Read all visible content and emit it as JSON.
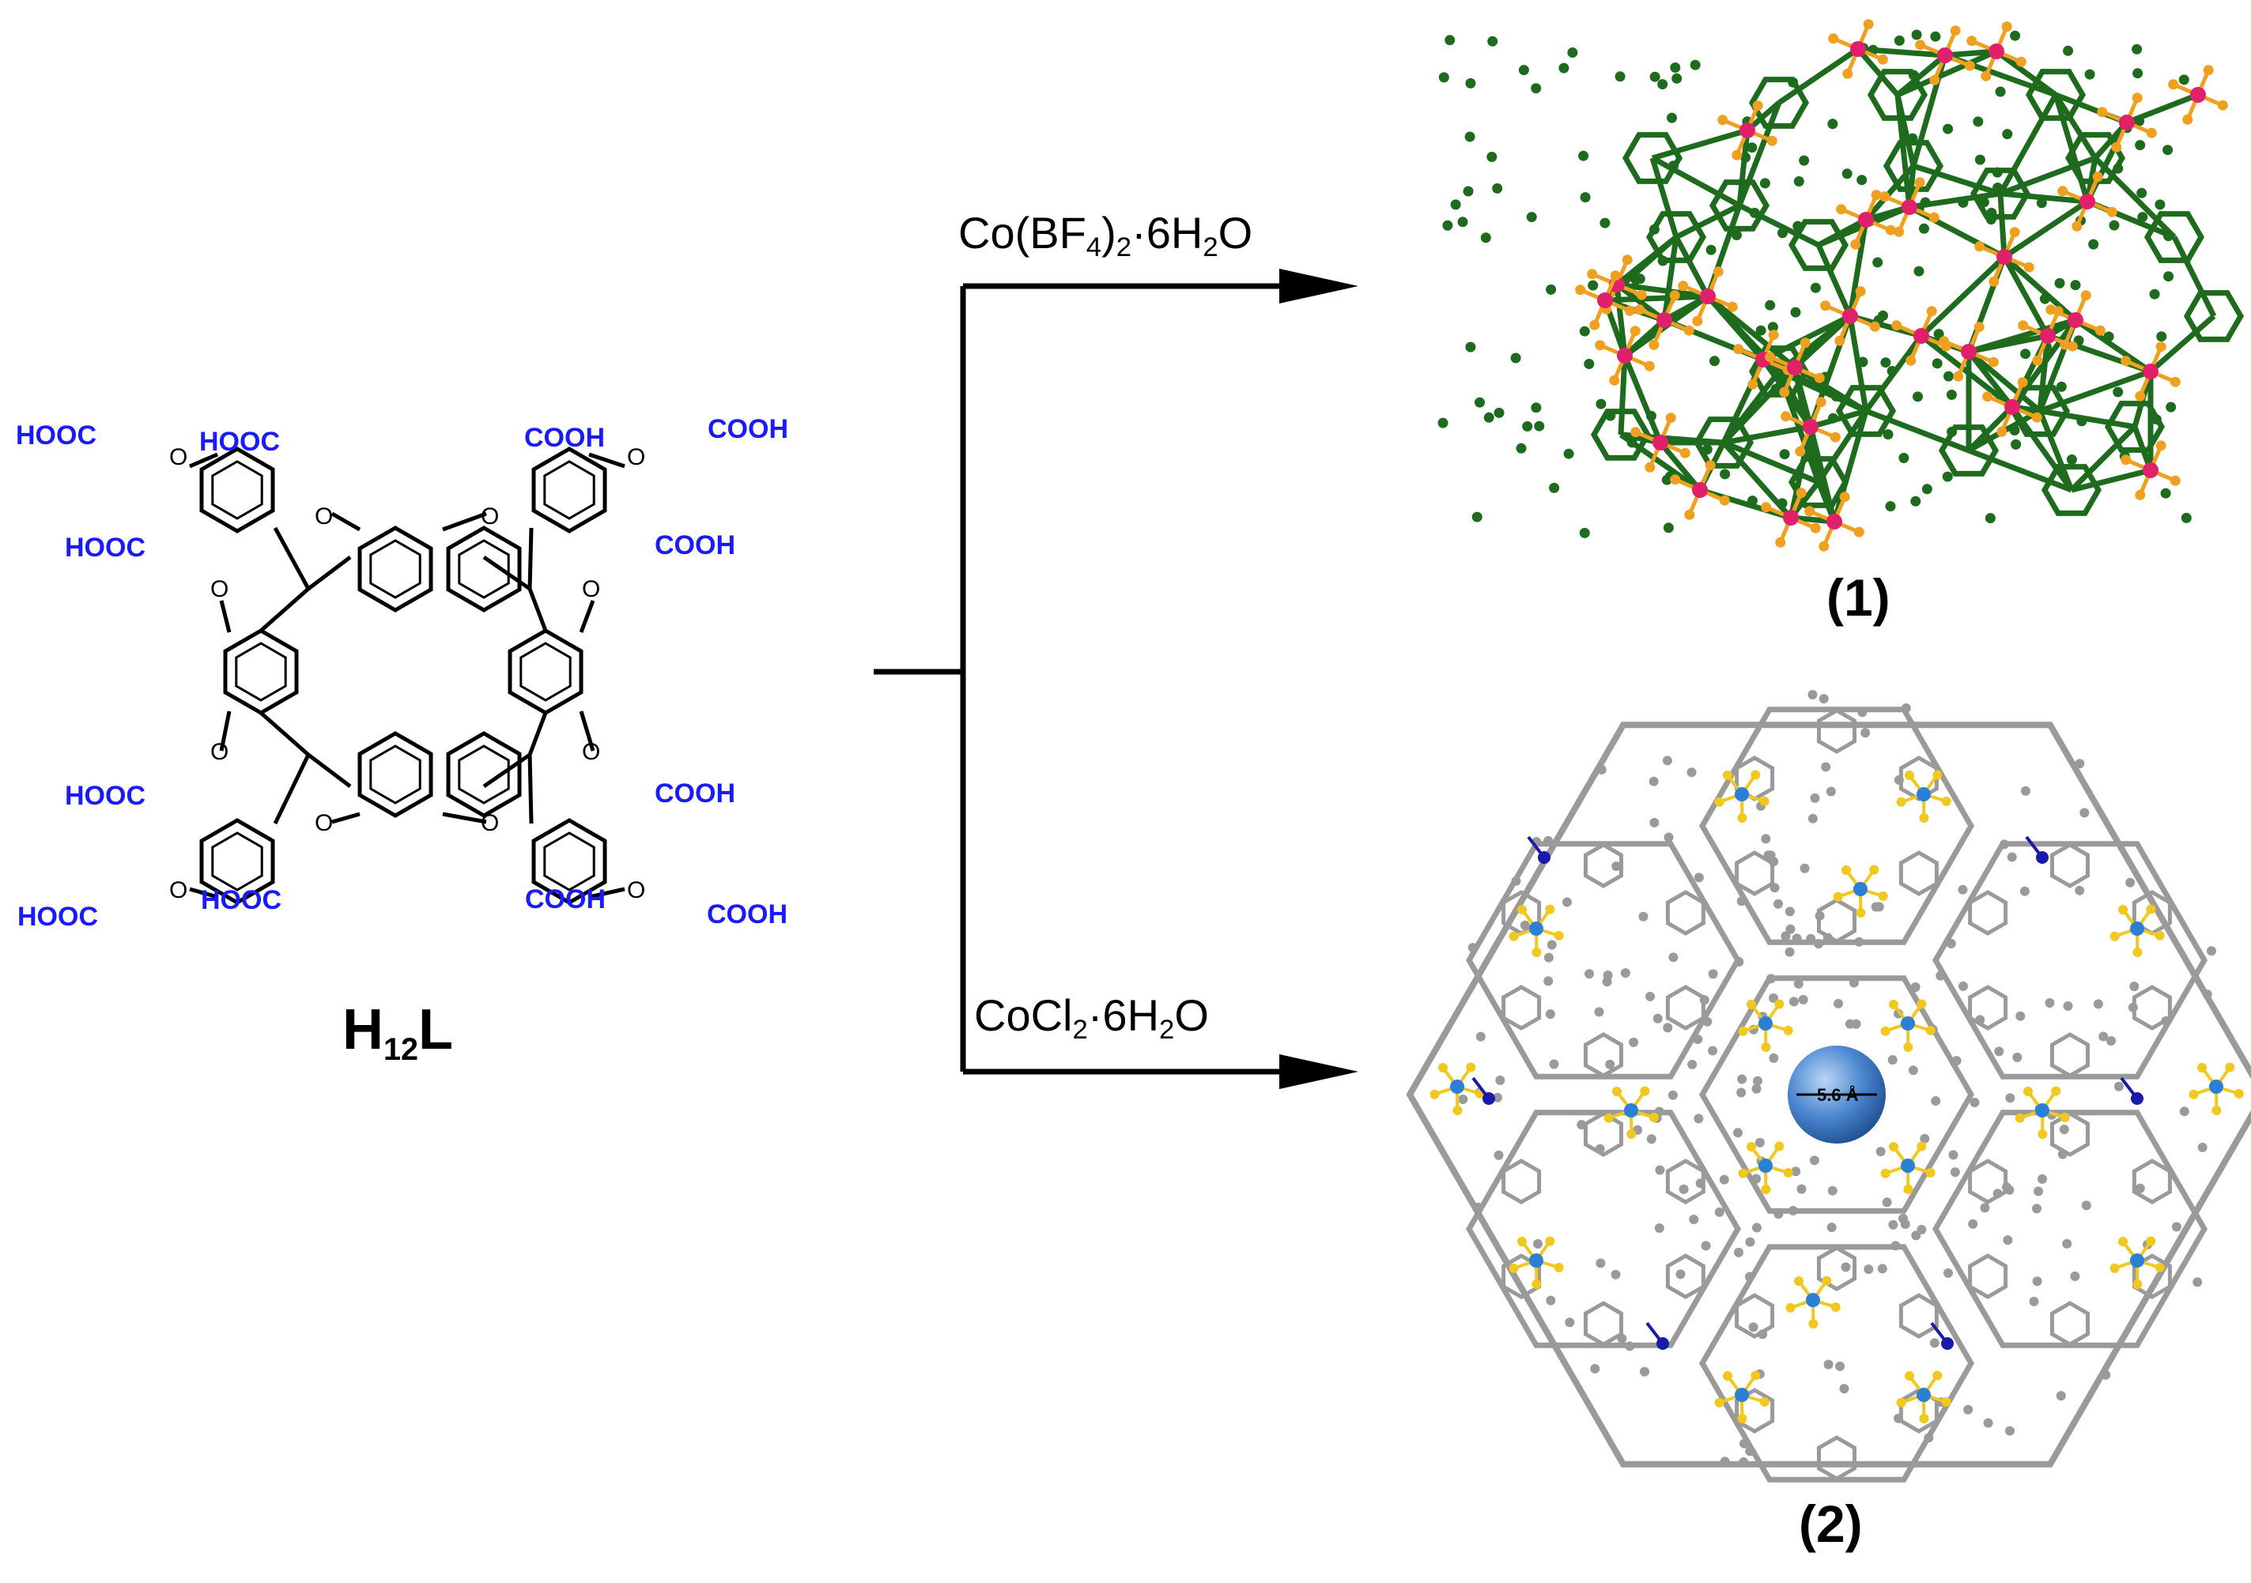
{
  "ligand": {
    "label_main": "H",
    "label_sub": "12",
    "label_end": "L",
    "groups": {
      "hooc": "HOOC",
      "cooh": "COOH",
      "oxygen": "O"
    }
  },
  "reactions": [
    {
      "reagent_pre": "Co(BF",
      "reagent_sub1": "4",
      "reagent_mid": ")",
      "reagent_sub2": "2",
      "reagent_post": "·6H",
      "reagent_sub3": "2",
      "reagent_end": "O",
      "product": "(1)"
    },
    {
      "reagent_pre": "CoCl",
      "reagent_sub1": "2",
      "reagent_post": "·6H",
      "reagent_sub2": "2",
      "reagent_end": "O",
      "product": "(2)"
    }
  ],
  "pore": {
    "label": "5.6 Å"
  },
  "colors": {
    "acid_groups": "#1a1aff",
    "framework1_bonds": "#1e6b1e",
    "framework1_oxygen": "#f0a020",
    "framework1_metal": "#e0206a",
    "framework2_bonds": "#9a9a9a",
    "framework2_oxygen": "#f0c820",
    "framework2_metal": "#2b7fd4",
    "framework2_nitrogen": "#1a1aaa",
    "pore_sphere": "#4a86d0"
  }
}
